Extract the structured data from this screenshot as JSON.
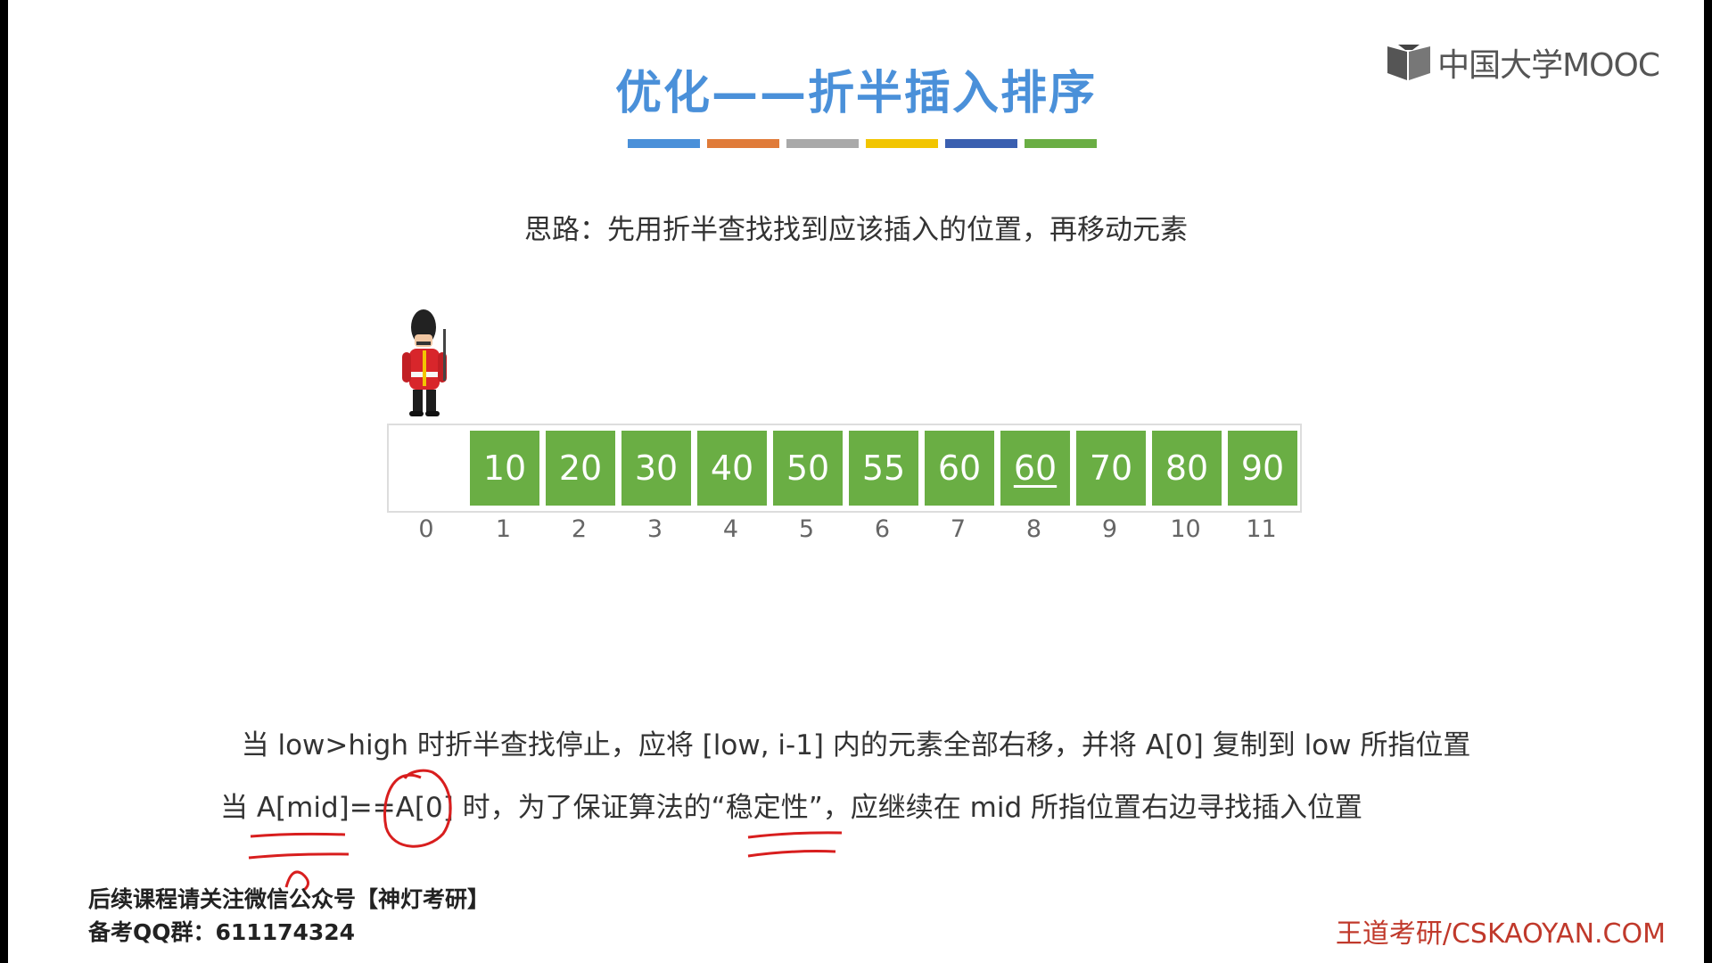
{
  "logo": {
    "text": "中国大学MOOC",
    "icon": "mooc-book-icon"
  },
  "title": "优化——折半插入排序",
  "color_bar": [
    "#4a90d9",
    "#e07b39",
    "#a9a9a9",
    "#f2c500",
    "#3a5fb0",
    "#6aae44"
  ],
  "idea": "思路：先用折半查找找到应该插入的位置，再移动元素",
  "array": {
    "cells": [
      "",
      "10",
      "20",
      "30",
      "40",
      "50",
      "55",
      "60",
      "60",
      "70",
      "80",
      "90"
    ],
    "indices": [
      "0",
      "1",
      "2",
      "3",
      "4",
      "5",
      "6",
      "7",
      "8",
      "9",
      "10",
      "11"
    ],
    "highlight_color": "#6aae44"
  },
  "notes": {
    "line1": "当 low>high 时折半查找停止，应将 [low, i-1] 内的元素全部右移，并将 A[0] 复制到 low 所指位置",
    "line2": "当 A[mid]==A[0] 时，为了保证算法的“稳定性”，应继续在 mid 所指位置右边寻找插入位置"
  },
  "footer": {
    "left_line1": "后续课程请关注微信公众号【神灯考研】",
    "left_line2": "备考QQ群：611174324",
    "right": "王道考研/CSKAOYAN.COM"
  }
}
